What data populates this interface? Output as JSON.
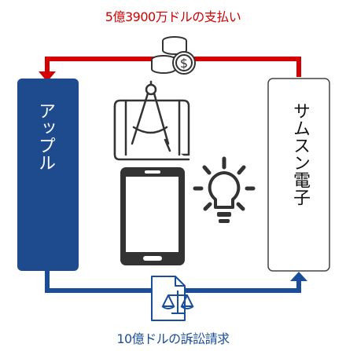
{
  "payment_label": "5億3900万ドルの支払い",
  "lawsuit_label": "10億ドルの訴訟請求",
  "apple": {
    "name": "アップル"
  },
  "samsung": {
    "name": "サムスン電子"
  },
  "colors": {
    "payment_arrow": "#d40000",
    "lawsuit_arrow": "#1a4e9a",
    "apple_box": "#1e4a8e",
    "icon_stroke": "#333333"
  },
  "icons": [
    "coins-dollar-icon",
    "blueprint-compass-icon",
    "tablet-icon",
    "lightbulb-icon",
    "law-document-icon"
  ]
}
